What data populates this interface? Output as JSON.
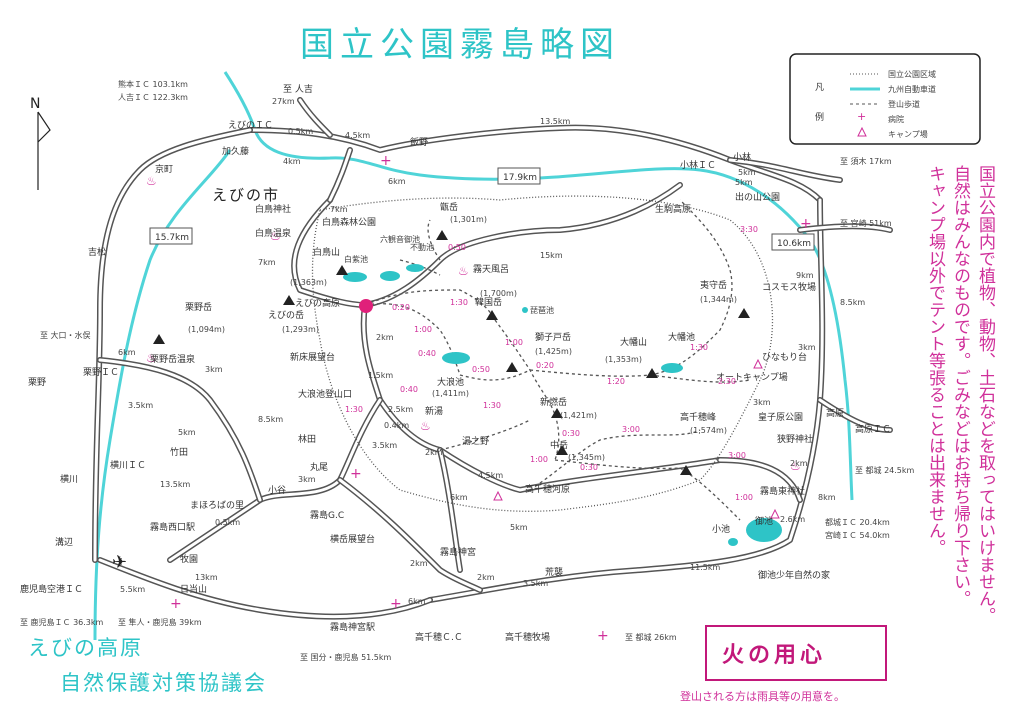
{
  "title": "国立公園霧島略図",
  "north": "N",
  "legend": {
    "label_han": "凡",
    "label_rei": "例",
    "items": [
      "国立公園区域",
      "九州自動車道",
      "登山歩道",
      "病院",
      "キャンプ場"
    ]
  },
  "notice_lines": [
    "国立公園内で植物、動物、土石などを取ってはいけません。",
    "自然はみんなのものです。ごみなどはお持ち帰り下さい。",
    "キャンプ場以外でテント等張ることは出来ません。"
  ],
  "org_line1": "えびの高原",
  "org_line2": "自然保護対策協議会",
  "fire_caution": "火の用心",
  "climb_note": "登山される方は雨具等の用意を。",
  "ic_top_left": [
    "熊本ＩＣ 103.1km",
    "人吉ＩＣ 122.3km"
  ],
  "ic_right": [
    "都城ＩＣ 20.4km",
    "宮崎ＩＣ 54.0km"
  ],
  "ic_bottom_left": [
    "至 鹿児島ＩＣ 36.3km",
    "至 隼人・鹿児島 39km"
  ],
  "places": {
    "ebino_shi": "えびの市",
    "ebino_ic": "えびのＩＣ",
    "kakuto": "加久藤",
    "kyomachi": "京町",
    "iino": "飯野",
    "to_hitoyoshi": "至 人吉",
    "shiratori_jinja": "白鳥神社",
    "shiratori_shinrin": "白鳥森林公園",
    "shiratori_onsen": "白鳥温泉",
    "yoshimatsu": "吉松",
    "to_okuchi": "至 大口・水俣",
    "kurino": "栗野",
    "kurino_ic": "栗野ＩＣ",
    "kurinodake_onsen": "栗野岳温泉",
    "kurinodake": "栗野岳",
    "kurinodake_elev": "(1,094m)",
    "shiratoriyama": "白鳥山",
    "shiratoriyama_elev": "(1,363m)",
    "byakushiike": "白紫池",
    "rokukannon": "六観音御池",
    "fudoike": "不動池",
    "karakunidake": "韓国岳",
    "karakunidake_elev": "(1,700m)",
    "biwaike": "琵琶池",
    "koshikidake": "甑岳",
    "koshikidake_elev": "(1,301m)",
    "kirishima_roten": "霧天風呂",
    "ebino_kogen": "えびの高原",
    "ebinodake": "えびの岳",
    "ebinodake_elev": "(1,293m)",
    "shinkotenbodai": "新床展望台",
    "onamiike": "大浪池",
    "onamiike_elev": "(1,411m)",
    "onamiike_tozanguchi": "大浪池登山口",
    "shishikodo": "獅子戸岳",
    "shishikodo_elev": "(1,425m)",
    "shinmoedake": "新燃岳",
    "shinmoedake_elev": "(1,421m)",
    "nakadake": "中岳",
    "nakadake_elev": "(1,345m)",
    "ohataike": "大幡池",
    "ohatayama": "大幡山",
    "ohatayama_elev": "(1,353m)",
    "yumaedake": "夷守岳",
    "yumaedake_elev": "(1,344m)",
    "takachihonomine": "高千穂峰",
    "takachihonomine_elev": "(1,574m)",
    "ikoma_kogen": "生駒高原",
    "kobayashi": "小林",
    "kobayashi_ic": "小林ＩＣ",
    "idenoyama": "出の山公園",
    "to_susuki": "至 須木 17km",
    "to_miyazaki": "至 宮崎 51km",
    "komamorai": "コスモス牧場",
    "hinamoridake": "ひなもり台",
    "ordo_camp": "オートキャンプ場",
    "kotoyama": "皇子原公園",
    "sanoujinja": "狭野神社",
    "takaharu": "高原",
    "takaharu_ic": "高原ＩＣ",
    "to_miyakonojo": "至 都城 24.5km",
    "kirishima_higashi": "霧島東神社",
    "miike": "御池",
    "koike": "小池",
    "miike_shonen": "御池少年自然の家",
    "yunono": "湯之野",
    "shinyu": "新湯",
    "hayashida": "林田",
    "maruo": "丸尾",
    "takachiho_gawara": "高千穂河原",
    "kirishima_gc": "霧島G.C",
    "mahoroba": "まほろばの里",
    "kirishima_nishiguchi": "霧島西口駅",
    "makizono": "牧園",
    "hinatayama": "日当山",
    "mizobe": "溝辺",
    "kagoshima_airport": "鹿児島空港ＩＣ",
    "yokodake": "横岳展望台",
    "kirishima_jingu": "霧島神宮",
    "kirishima_jingu_eki": "霧島神宮駅",
    "arase": "荒襲",
    "takachiho_cc": "高千穂Ｃ.Ｃ",
    "takachiho_bokujo": "高千穂牧場",
    "to_miyakonojo2": "至 都城 26km",
    "to_kokubu": "至 国分・鹿児島 51.5km",
    "yokogawa": "横川",
    "chikuda": "竹田",
    "yokogawa_ic": "横川ＩＣ",
    "koya": "小谷"
  },
  "distances": {
    "d_27": "27km",
    "d_05a": "0.5km",
    "d_45": "4.5km",
    "d_135": "13.5km",
    "d_4a": "4km",
    "d_6a": "6km",
    "d_179": "17.9km",
    "d_157": "15.7km",
    "d_7a": "7km",
    "d_7b": "7km",
    "d_15": "15km",
    "d_106": "10.6km",
    "d_9": "9km",
    "d_85a": "8.5km",
    "d_5a": "5km",
    "d_2a": "2km",
    "d_15b": "1.5km",
    "d_25": "2.5km",
    "d_04": "0.4km",
    "d_35": "3.5km",
    "d_2b": "2km",
    "d_45b": "4.5km",
    "d_6b": "6km",
    "d_5b": "5km",
    "d_3a": "3km",
    "d_6c": "6km",
    "d_3b": "3km",
    "d_35c": "3.5km",
    "d_5c": "5km",
    "d_85b": "8.5km",
    "d_135b": "13.5km",
    "d_05b": "0.5km",
    "d_13": "13km",
    "d_55": "5.5km",
    "d_2c": "2km",
    "d_6d": "6km",
    "d_2d": "2km",
    "d_35d": "3.5km",
    "d_115": "11.5km",
    "d_8": "8km",
    "d_3c": "3km",
    "d_26": "2.6km",
    "d_2e": "2km",
    "d_3d": "3km",
    "d_5d": "5km"
  },
  "times": {
    "t1": "0:50",
    "t2": "0:20",
    "t3": "1:30",
    "t4": "1:00",
    "t5": "0:40",
    "t6": "0:50",
    "t7": "0:40",
    "t8": "1:30",
    "t9": "1:00",
    "t10": "0:20",
    "t11": "1:20",
    "t12": "2:30",
    "t13": "1:30",
    "t14": "0:30",
    "t15": "0:30",
    "t16": "1:00",
    "t17": "3:00",
    "t18": "1:30",
    "t19": "3:30",
    "t20": "3:00",
    "t21": "1:00"
  },
  "colors": {
    "title": "#2ec4c7",
    "expressway": "#4fd4d8",
    "magenta": "#d0309a",
    "road": "#555555"
  }
}
